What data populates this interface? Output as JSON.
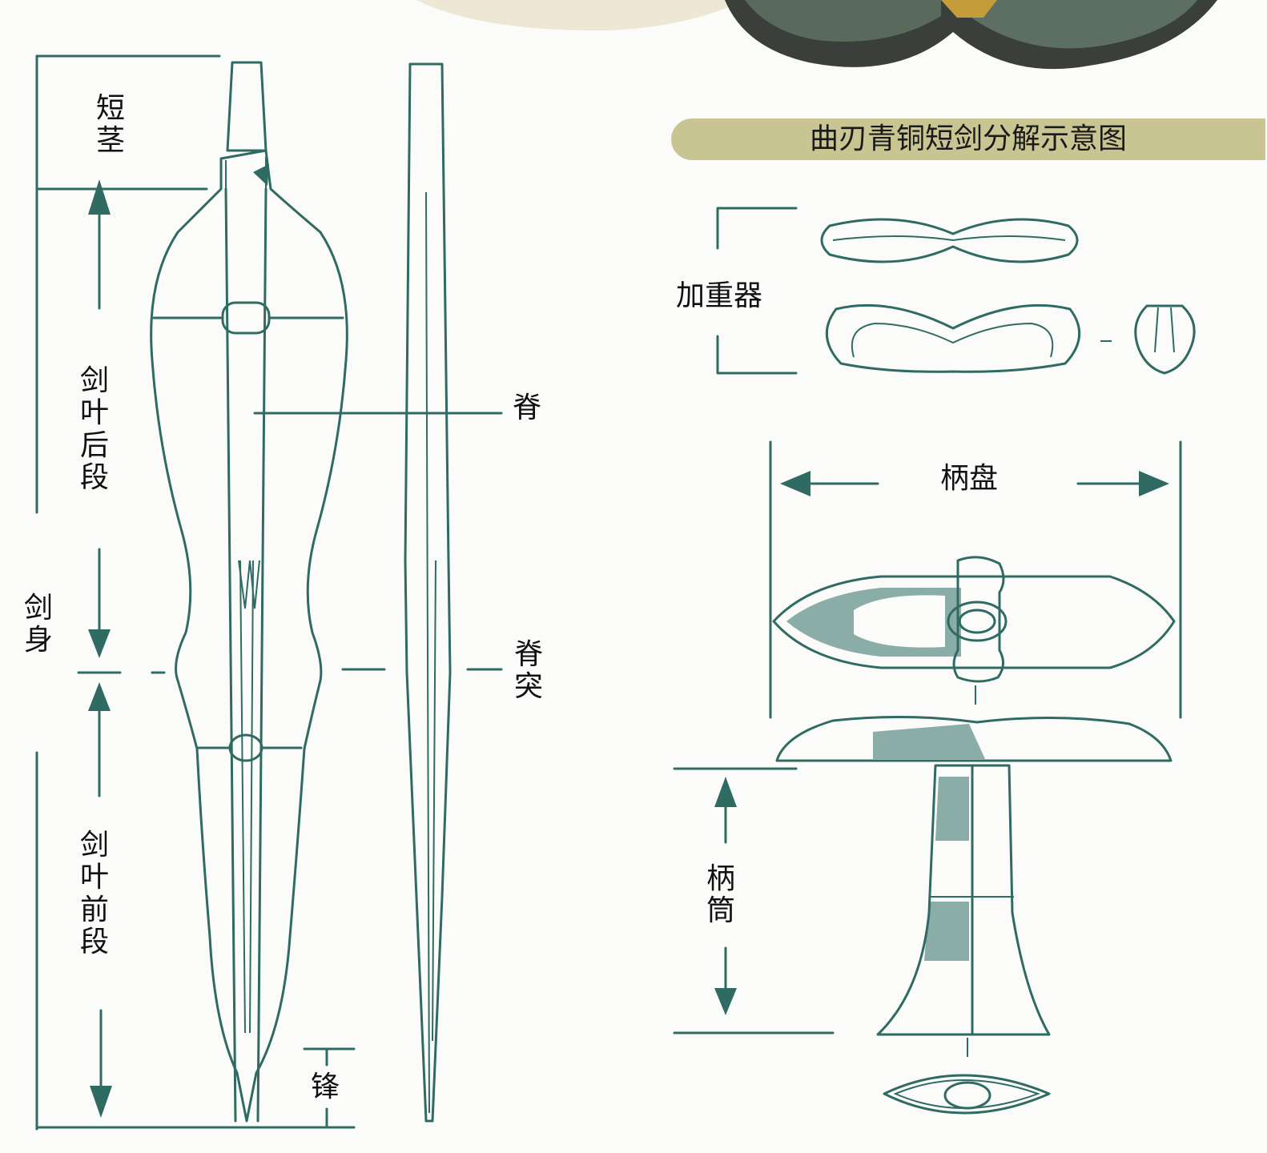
{
  "title": "曲刃青铜短剑分解示意图",
  "labels": {
    "short_tang": "短茎",
    "blade_rear": "剑叶后段",
    "blade_body": "剑身",
    "blade_front": "剑叶前段",
    "tip": "锋",
    "spine": "脊",
    "spine_protrusion": "脊突",
    "weight": "加重器",
    "pommel_disc": "柄盘",
    "handle_tube": "柄筒"
  },
  "colors": {
    "ink": "#2f6b63",
    "title_bar": "#c9c593",
    "background": "#fbfcfa"
  }
}
